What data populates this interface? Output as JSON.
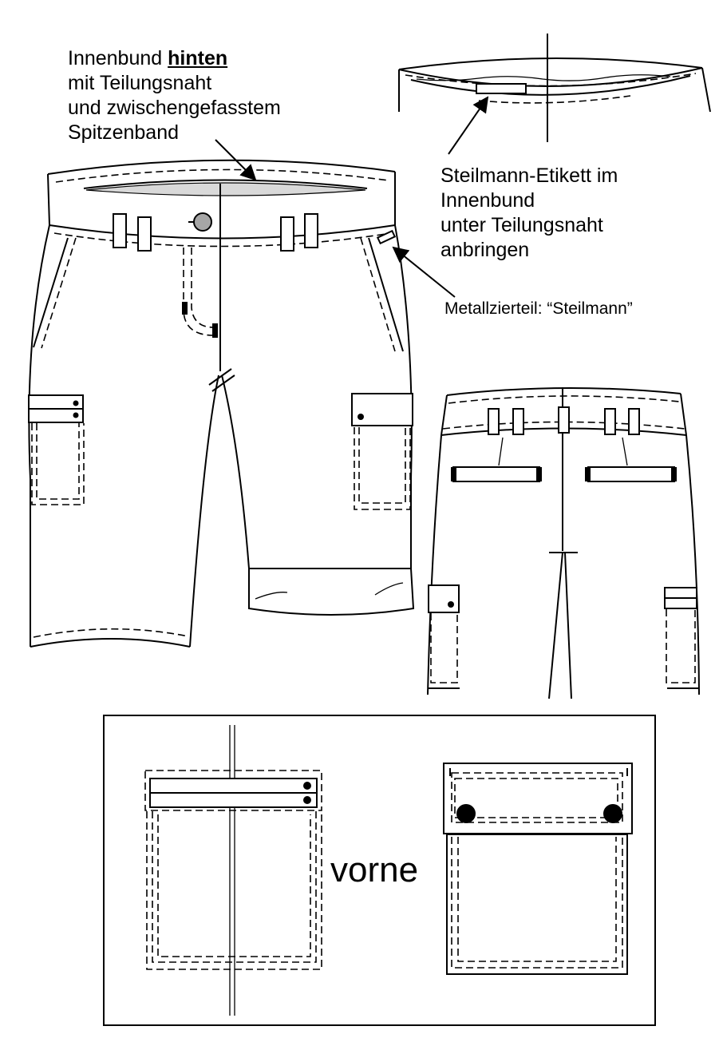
{
  "annotations": {
    "inner_waistband": {
      "line1_prefix": "Innenbund",
      "line1_emphasis": "hinten",
      "line2": "mit Teilungsnaht",
      "line3": "und zwischengefasstem",
      "line4": "Spitzenband"
    },
    "label_placement": {
      "line1": "Steilmann-Etikett im",
      "line2": "Innenbund",
      "line3": "unter Teilungsnaht",
      "line4": "anbringen"
    },
    "metal_trim": "Metallzierteil: “Steilmann”"
  },
  "detail_box": {
    "label": "vorne"
  },
  "colors": {
    "line": "#000000",
    "background": "#ffffff",
    "lace_fill": "#d9d9d9",
    "button_fill": "#a6a6a6"
  }
}
